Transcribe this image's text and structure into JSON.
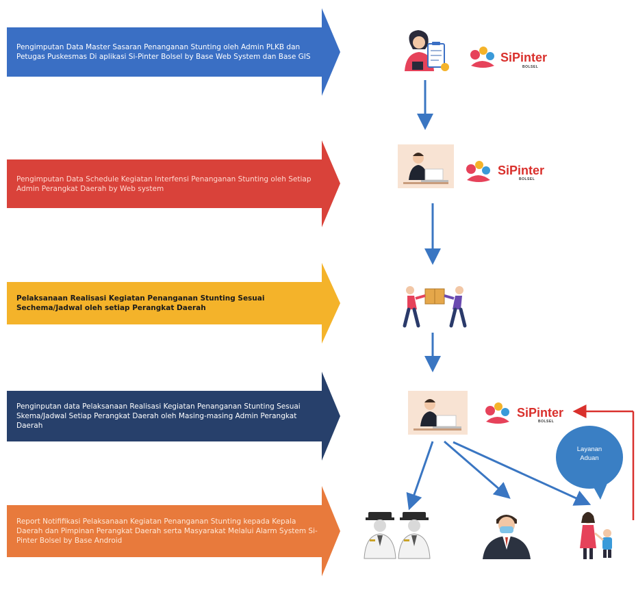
{
  "steps": [
    {
      "text": "Pengimputan Data Master Sasaran Penanganan Stunting oleh Admin PLKB dan Petugas Puskesmas Di aplikasi Si-Pinter Bolsel by Base Web System dan Base GIS",
      "color": "#3a6fc4",
      "text_color": "#ffffff",
      "illustration": "woman-with-clipboard-icon"
    },
    {
      "text": "Pengimputan Data Schedule Kegiatan Interfensi Penanganan Stunting oleh Setiap Admin Perangkat Daerah by Web system",
      "color": "#d9423a",
      "text_color": "#ffd9d0",
      "illustration": "man-at-laptop-icon"
    },
    {
      "text": "Pelaksanaan Realisasi Kegiatan Penanganan Stunting Sesuai Sechema/Jadwal oleh setiap Perangkat Daerah",
      "color": "#f4b32a",
      "text_color": "#1a1a1a",
      "illustration": "people-carrying-box-icon"
    },
    {
      "text": "Penginputan data Pelaksanaan Realisasi Kegiatan Penanganan Stunting Sesuai Skema/Jadwal Setiap Perangkat Daerah oleh Masing-masing Admin Perangkat Daerah",
      "color": "#27406b",
      "text_color": "#ffffff",
      "illustration": "man-at-laptop-icon"
    },
    {
      "text": "Report Notififikasi Pelaksanaan Kegiatan Penanganan Stunting kepada Kepala Daerah dan Pimpinan Perangkat Daerah serta Masyarakat Melalui Alarm System Si-Pinter Bolsel by Base Android",
      "color": "#e87a3c",
      "text_color": "#ffe8d8",
      "illustration": ""
    }
  ],
  "logo": {
    "name_si": "Si",
    "name_pinter": "Pinter",
    "sub": "BOLSEL",
    "color_si": "#d9302c",
    "color_pinter": "#d9302c"
  },
  "bubble": {
    "line1": "Layanan",
    "line2": "Aduan",
    "color": "#3a7fc4"
  },
  "recipients": [
    "officials-icon",
    "masked-man-icon",
    "parent-child-icon"
  ],
  "colors": {
    "flow_arrow": "#3a76c2",
    "feedback_arrow": "#d9302c"
  }
}
